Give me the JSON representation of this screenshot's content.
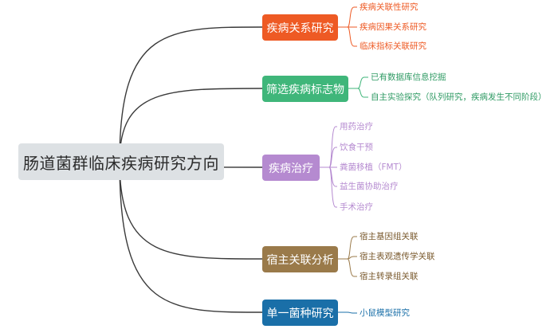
{
  "root": {
    "label": "肠道菌群临床疾病研究方向"
  },
  "branches": [
    {
      "label": "疾病关系研究",
      "color": "#ee5a24",
      "leaves": [
        "疾病关联性研究",
        "疾病因果关系研究",
        "临床指标关联研究"
      ]
    },
    {
      "label": "筛选疾病标志物",
      "color": "#3fb67a",
      "leaves": [
        "已有数据库信息挖掘",
        "自主实验探究（队列研究，疾病发生不同阶段）"
      ]
    },
    {
      "label": "疾病治疗",
      "color": "#b58ad0",
      "leaves": [
        "用药治疗",
        "饮食干预",
        "粪菌移植（FMT）",
        "益生菌协助治疗",
        "手术治疗"
      ]
    },
    {
      "label": "宿主关联分析",
      "color": "#9a7a4a",
      "leaves": [
        "宿主基因组关联",
        "宿主表观遗传学关联",
        "宿主转录组关联"
      ]
    },
    {
      "label": "单一菌种研究",
      "color": "#1a6fa8",
      "leaves": [
        "小鼠模型研究"
      ]
    }
  ]
}
